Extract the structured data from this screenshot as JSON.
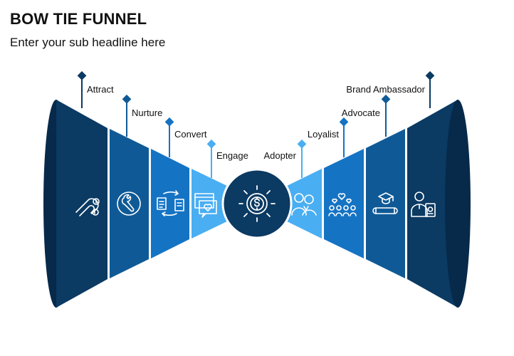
{
  "header": {
    "title": "BOW TIE FUNNEL",
    "subtitle": "Enter your sub headline here"
  },
  "funnel": {
    "left_stages": [
      {
        "label": "Attract",
        "icon": "magnet-icon",
        "color": "#0b3a63"
      },
      {
        "label": "Nurture",
        "icon": "wrench-icon",
        "color": "#0f5a96"
      },
      {
        "label": "Convert",
        "icon": "documents-cycle-icon",
        "color": "#1573c4"
      },
      {
        "label": "Engage",
        "icon": "browser-heart-icon",
        "color": "#4aaef2"
      }
    ],
    "center": {
      "icon": "gear-dollar-icon",
      "color": "#0b3a63"
    },
    "right_stages": [
      {
        "label": "Adopter",
        "icon": "couple-icon",
        "color": "#4aaef2"
      },
      {
        "label": "Loyalist",
        "icon": "audience-hearts-icon",
        "color": "#1573c4"
      },
      {
        "label": "Advocate",
        "icon": "graduate-scroll-icon",
        "color": "#0f5a96"
      },
      {
        "label": "Brand Ambassador",
        "icon": "ambassador-badge-icon",
        "color": "#0b3a63"
      }
    ]
  },
  "colors": {
    "line": "#0b3a63",
    "dark_edge": "#072a4a"
  }
}
